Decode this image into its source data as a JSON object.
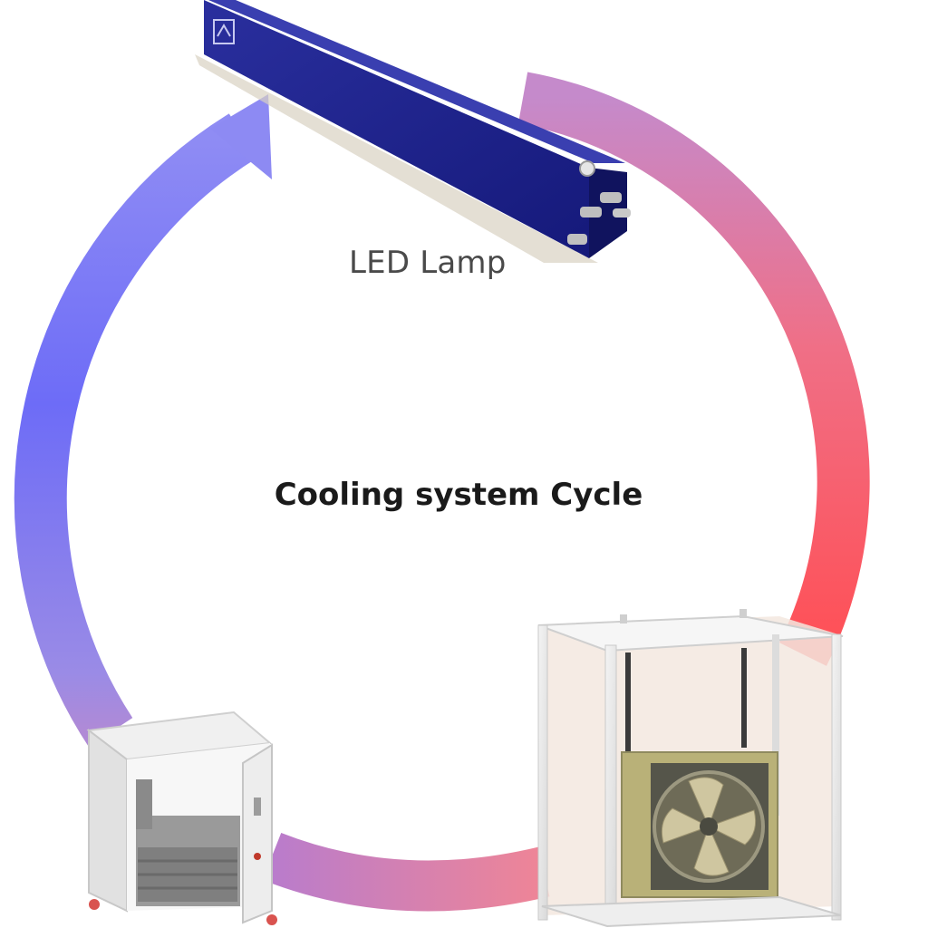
{
  "diagram": {
    "center_title": "Cooling system Cycle",
    "lamp_label": "LED Lamp"
  },
  "colors": {
    "cool_arrow": "#6f6df5",
    "warm_arrow": "#f5585c",
    "mid_arrow": "#cf86c6",
    "lamp_body": "#1f2487",
    "frame": "#e8e8e8",
    "radiator": "#bdb57a"
  },
  "icons": [
    "cycle-arrow",
    "led-lamp-module",
    "chiller-cart",
    "radiator-fan-unit"
  ]
}
